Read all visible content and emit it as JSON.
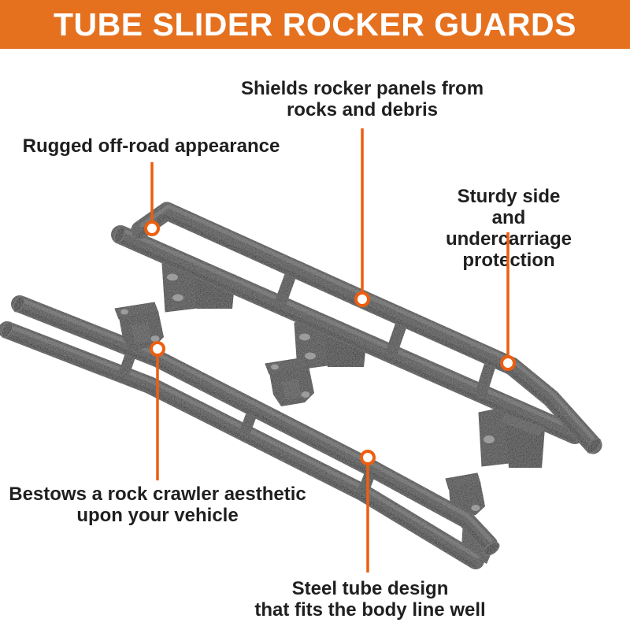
{
  "banner": {
    "title": "TUBE SLIDER ROCKER GUARDS"
  },
  "callouts": [
    {
      "id": "shields",
      "text": "Shields rocker panels from\nrocks and debris"
    },
    {
      "id": "rugged",
      "text": "Rugged off-road appearance"
    },
    {
      "id": "sturdy",
      "text": "Sturdy side and\nundercarriage protection"
    },
    {
      "id": "bestows",
      "text": "Bestows a rock crawler aesthetic\nupon your vehicle"
    },
    {
      "id": "steel",
      "text": "Steel tube design\nthat fits the body line well"
    }
  ],
  "product": {
    "name": "Tube slider rocker guards",
    "pieces_shown": 2
  },
  "colors": {
    "banner_bg": "#E5711F",
    "banner_text": "#FFFFFF",
    "leader_line": "#EC5F10",
    "callout_text": "#1F1F1F",
    "tube_metal": "#3D3D3D",
    "background": "#FFFFFF"
  }
}
